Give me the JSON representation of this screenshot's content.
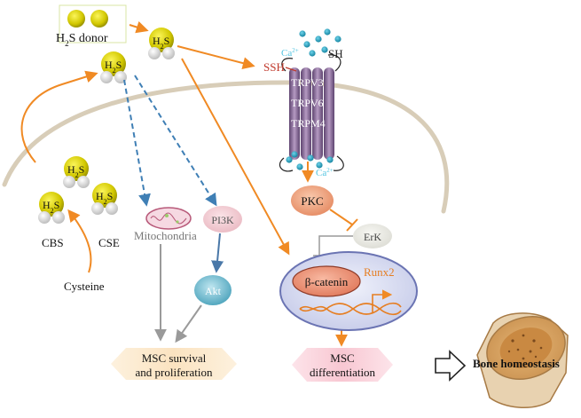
{
  "h2s": {
    "formula_main": "H",
    "formula_sub": "2",
    "formula_tail": "S",
    "donor_label": "donor"
  },
  "channel": {
    "ca_ion": "Ca",
    "ca_charge": "2+",
    "ssh": "SSH",
    "sh": "SH",
    "labels": [
      "TRPV3",
      "TRPV6",
      "TRPM4"
    ]
  },
  "enzymes": {
    "cbs": "CBS",
    "cse": "CSE",
    "substrate": "Cysteine"
  },
  "nodes": {
    "mitochondria": "Mitochondria",
    "pi3k": "PI3K",
    "akt": "Akt",
    "pkc": "PKC",
    "erk": "ErK",
    "beta_catenin": "β-catenin",
    "runx2": "Runx2"
  },
  "outcomes": {
    "survival_line1": "MSC survival",
    "survival_line2": "and proliferation",
    "diff_line1": "MSC",
    "diff_line2": "differentiation",
    "bone": "Bone homeostasis"
  },
  "colors": {
    "orange_arrow": "#f08a24",
    "dashed_blue": "#3f7fb5",
    "gray_arrow": "#9a9a9a",
    "membrane": "#d8cdb8",
    "h2s_yellow": "#d9d000",
    "ca_ion": "#1aa3c4",
    "channel_purple": "#8b6a98",
    "ssh_red": "#c0392b",
    "runx2_orange": "#e67e22"
  }
}
